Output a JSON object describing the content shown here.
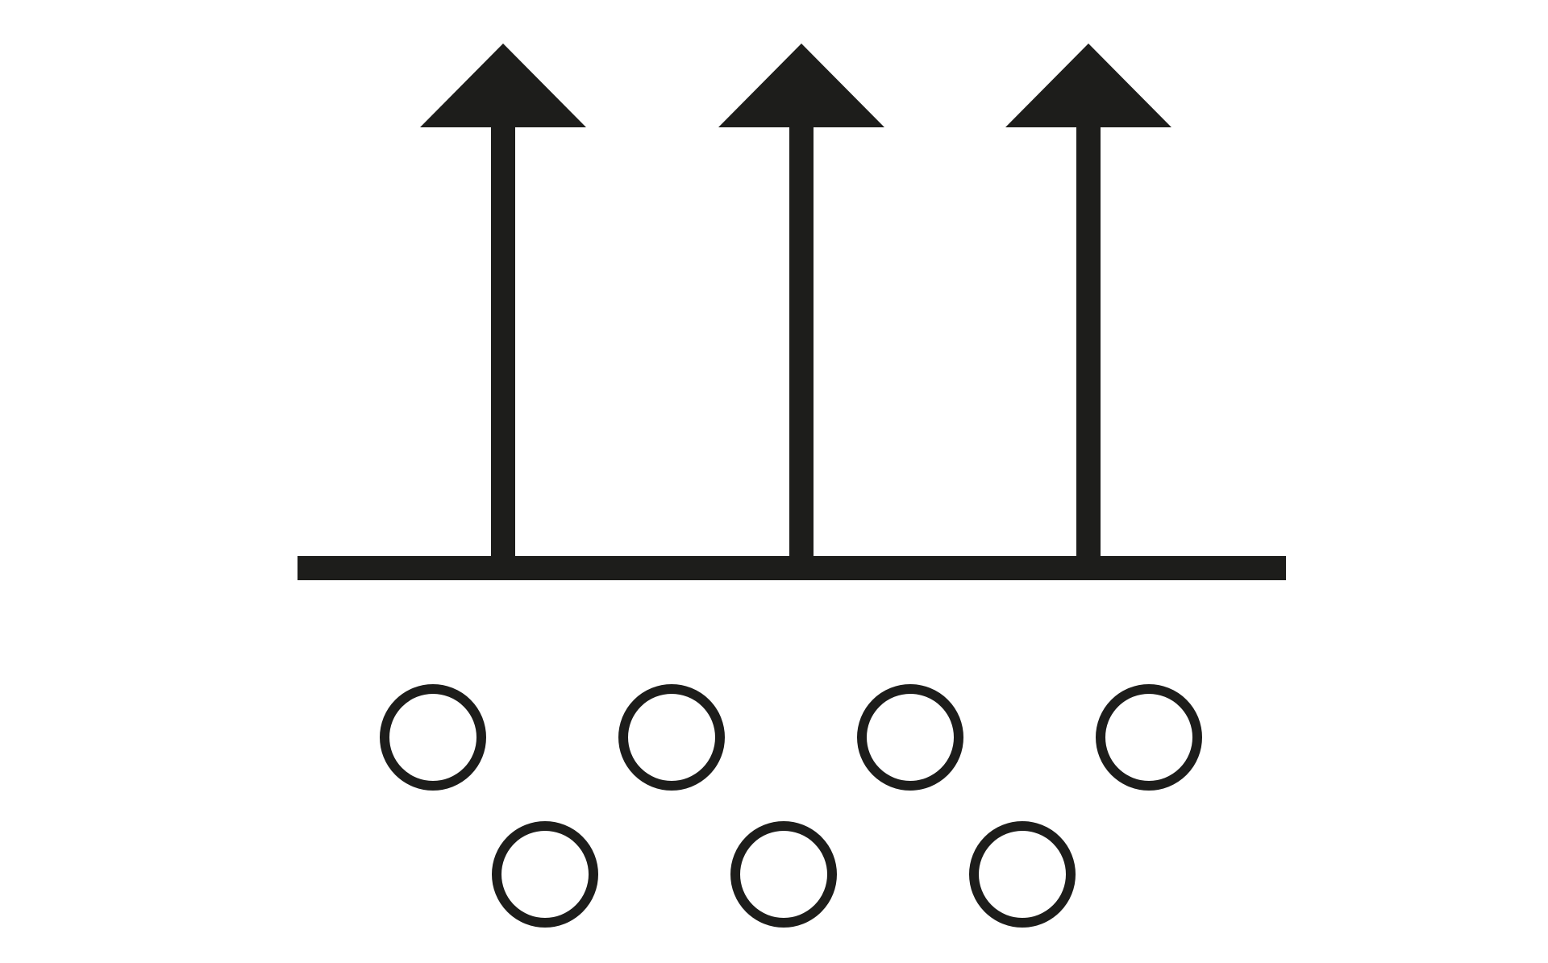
{
  "colors": {
    "background": "#ffffff",
    "ink": "#1d1d1b"
  },
  "symbol": {
    "icon": "ventilation-airflow-icon",
    "arrow_count": 3,
    "circle_rows": [
      {
        "count": 4
      },
      {
        "count": 3
      }
    ]
  }
}
